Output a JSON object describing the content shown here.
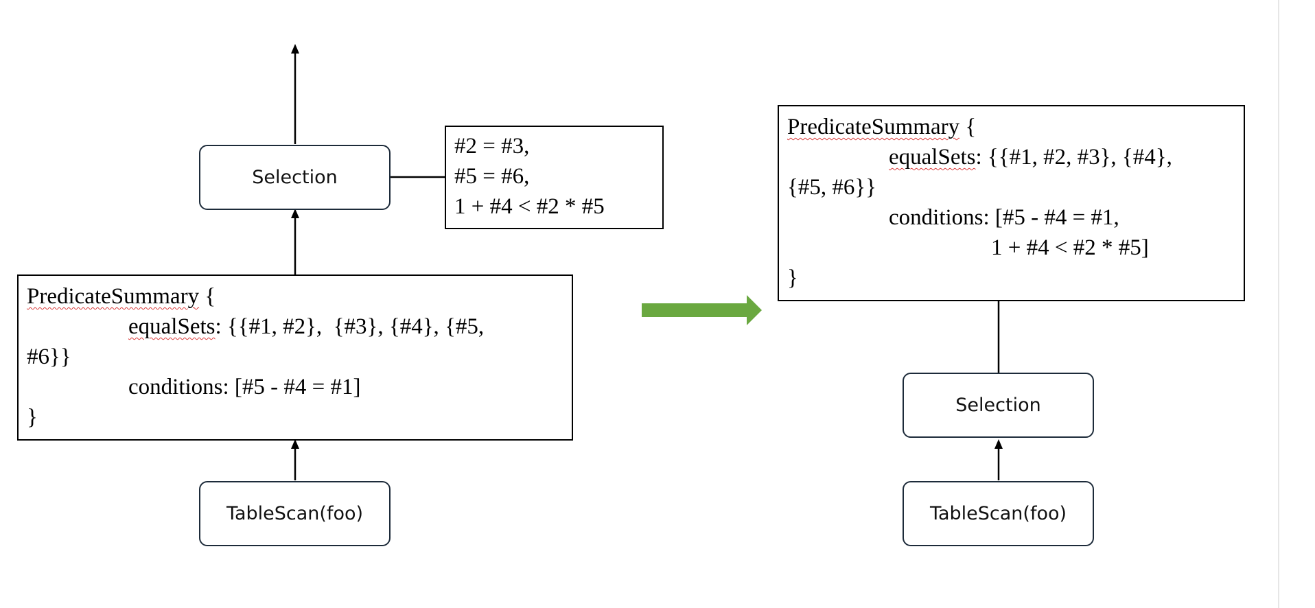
{
  "colors": {
    "transform_arrow": "#6aa840",
    "node_border": "#1d2b3a"
  },
  "left": {
    "selection_label": "Selection",
    "tablescan_label": "TableScan(foo)",
    "conditions_box": [
      "#2 = #3,",
      "#5 = #6,",
      "1 + #4 < #2 * #5"
    ],
    "summary": {
      "name": "PredicateSummary",
      "open_brace": " {",
      "eq_key": "equalSets",
      "eq_line1_rest": ": {{#1, #2},  {#3}, {#4}, {#5,",
      "eq_line2": "#6}}",
      "cond_line1": "conditions: [#5 - #4 = #1]",
      "close_brace": "}"
    }
  },
  "transform_arrow_icon": "right-arrow-icon",
  "right": {
    "selection_label": "Selection",
    "tablescan_label": "TableScan(foo)",
    "summary": {
      "name": "PredicateSummary",
      "open_brace": " {",
      "eq_key": "equalSets",
      "eq_line1_rest": ": {{#1, #2, #3}, {#4},",
      "eq_line2": "{#5, #6}}",
      "cond_line1": "conditions: [#5 - #4 = #1,",
      "cond_line2": "1 + #4 < #2 * #5]",
      "close_brace": "}"
    }
  }
}
